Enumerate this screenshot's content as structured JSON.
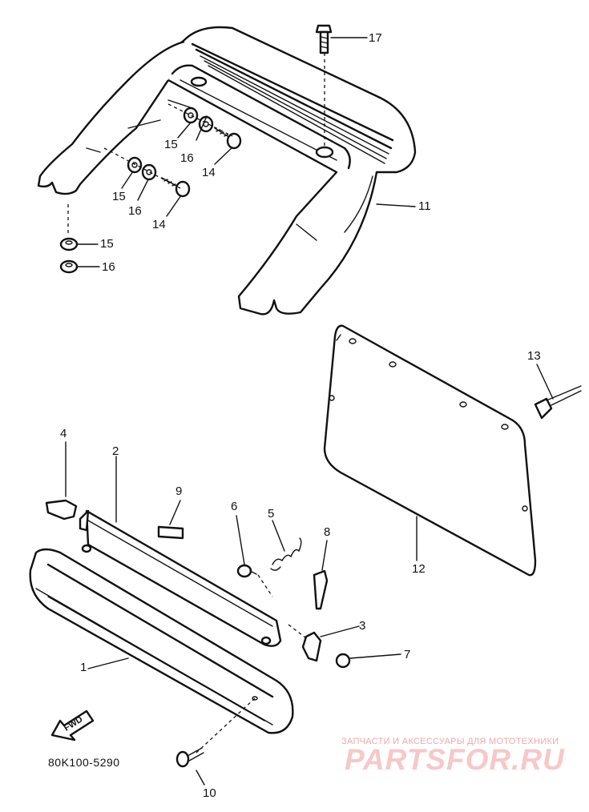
{
  "diagram": {
    "drawing_code": "80K100-5290",
    "direction_arrow": "FWD",
    "watermark": {
      "tagline": "ЗАПЧАСТИ И АКСЕССУАРЫ ДЛЯ МОТОТЕХНИКИ",
      "logo_text": "PARTSFOR.RU"
    },
    "callouts": {
      "c1": "1",
      "c2": "2",
      "c3": "3",
      "c4": "4",
      "c5": "5",
      "c6": "6",
      "c7": "7",
      "c8": "8",
      "c9": "9",
      "c10": "10",
      "c11": "11",
      "c12": "12",
      "c13": "13",
      "c14a": "14",
      "c14b": "14",
      "c15a": "15",
      "c15b": "15",
      "c15c": "15",
      "c16a": "16",
      "c16b": "16",
      "c16c": "16",
      "c17": "17"
    }
  }
}
